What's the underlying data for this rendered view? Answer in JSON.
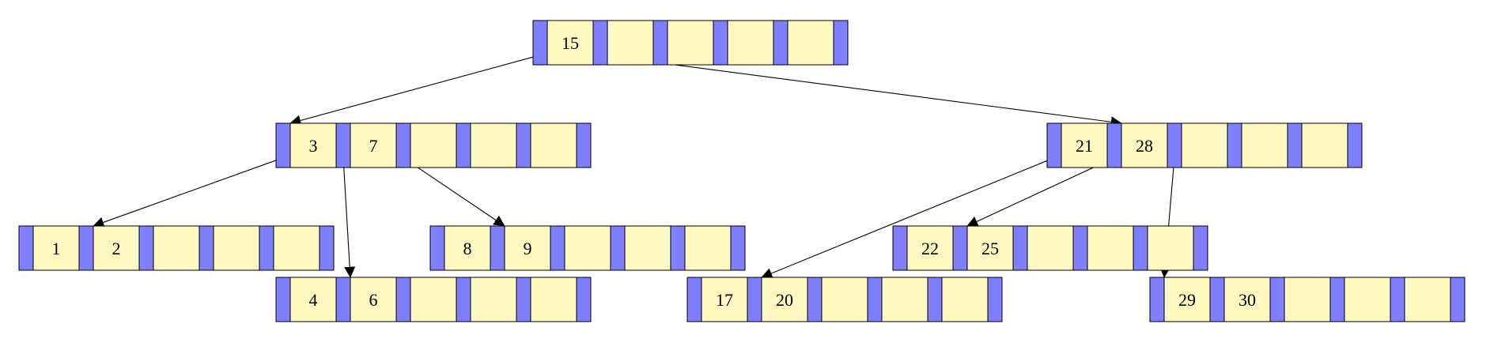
{
  "colors": {
    "pointer_fill": "#8080ff",
    "key_fill": "#fff8c0",
    "border": "#000000",
    "edge": "#000000"
  },
  "nodes": [
    {
      "id": "root",
      "keys": [
        "15",
        "",
        "",
        "",
        ""
      ]
    },
    {
      "id": "left-internal",
      "keys": [
        "3",
        "7",
        "",
        "",
        ""
      ]
    },
    {
      "id": "right-internal",
      "keys": [
        "21",
        "28",
        "",
        "",
        ""
      ]
    },
    {
      "id": "leaf-1-2",
      "keys": [
        "1",
        "2",
        "",
        "",
        ""
      ]
    },
    {
      "id": "leaf-4-6",
      "keys": [
        "4",
        "6",
        "",
        "",
        ""
      ]
    },
    {
      "id": "leaf-8-9",
      "keys": [
        "8",
        "9",
        "",
        "",
        ""
      ]
    },
    {
      "id": "leaf-17-20",
      "keys": [
        "17",
        "20",
        "",
        "",
        ""
      ]
    },
    {
      "id": "leaf-22-25",
      "keys": [
        "22",
        "25",
        "",
        "",
        ""
      ]
    },
    {
      "id": "leaf-29-30",
      "keys": [
        "29",
        "30",
        "",
        "",
        ""
      ]
    }
  ],
  "edges": [
    {
      "from": "root",
      "pointer": 0,
      "to": "left-internal",
      "target_key": 1
    },
    {
      "from": "root",
      "pointer": 1,
      "to": "right-internal",
      "target_key": 2
    },
    {
      "from": "left-internal",
      "pointer": 0,
      "to": "leaf-1-2",
      "target_key": 2
    },
    {
      "from": "left-internal",
      "pointer": 1,
      "to": "leaf-4-6",
      "target_key": 2
    },
    {
      "from": "left-internal",
      "pointer": 2,
      "to": "leaf-8-9",
      "target_key": 2
    },
    {
      "from": "right-internal",
      "pointer": 0,
      "to": "leaf-17-20",
      "target_key": 2
    },
    {
      "from": "right-internal",
      "pointer": 1,
      "to": "leaf-22-25",
      "target_key": 2
    },
    {
      "from": "right-internal",
      "pointer": 2,
      "to": "leaf-29-30",
      "target_key": 1
    }
  ]
}
